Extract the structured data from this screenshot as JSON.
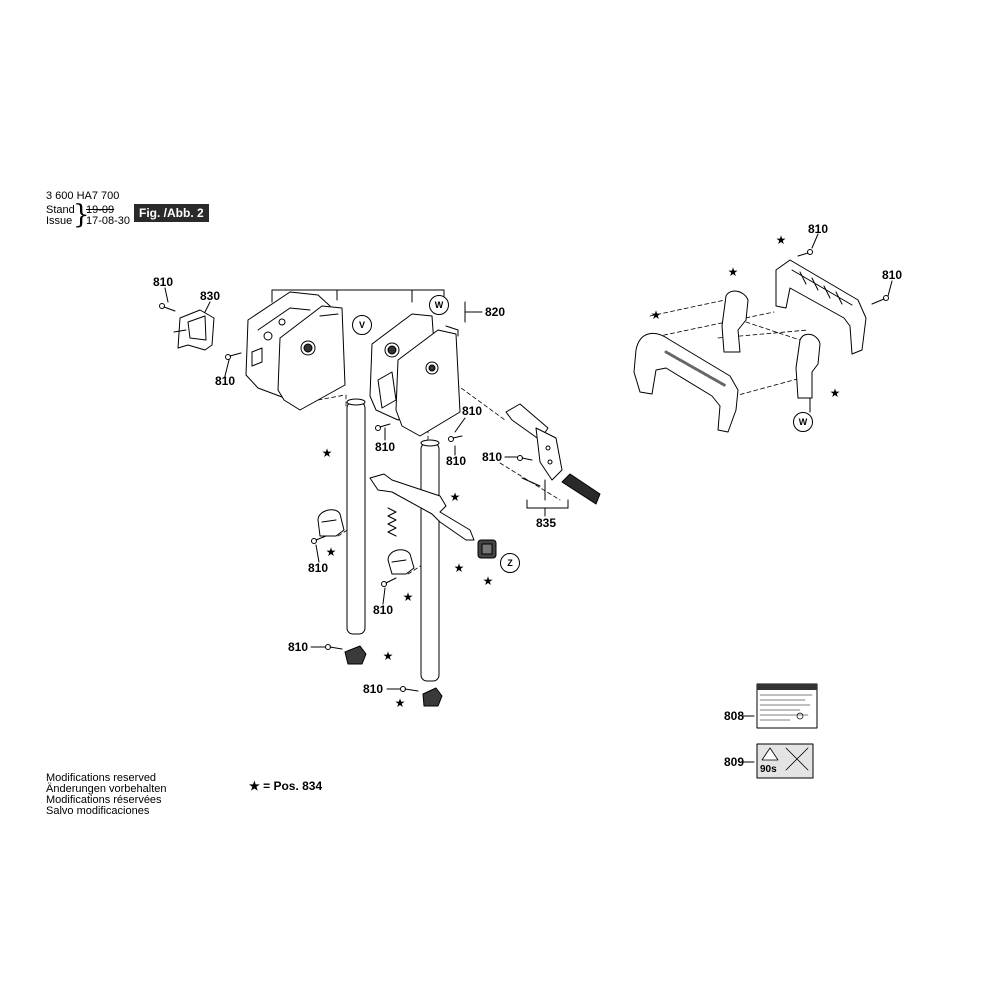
{
  "header": {
    "part_number": "3 600 HA7 700",
    "stand_label": "Stand",
    "issue_label": "Issue",
    "stand_date": "19-09",
    "issue_date": "17-08-30",
    "figure_label": "Fig. /Abb. 2"
  },
  "footer": {
    "notes": [
      "Modifications reserved",
      "Änderungen vorbehalten",
      "Modifications réservées",
      "Salvo modificaciones"
    ],
    "legend_star": "★",
    "legend_text": "= Pos. 834"
  },
  "callouts": {
    "p810": "810",
    "p830": "830",
    "p820": "820",
    "p835": "835",
    "p808": "808",
    "p809": "809"
  },
  "markers": {
    "v": "V",
    "w": "W",
    "z": "Z",
    "star": "★"
  },
  "label_809": {
    "time": "90s"
  }
}
